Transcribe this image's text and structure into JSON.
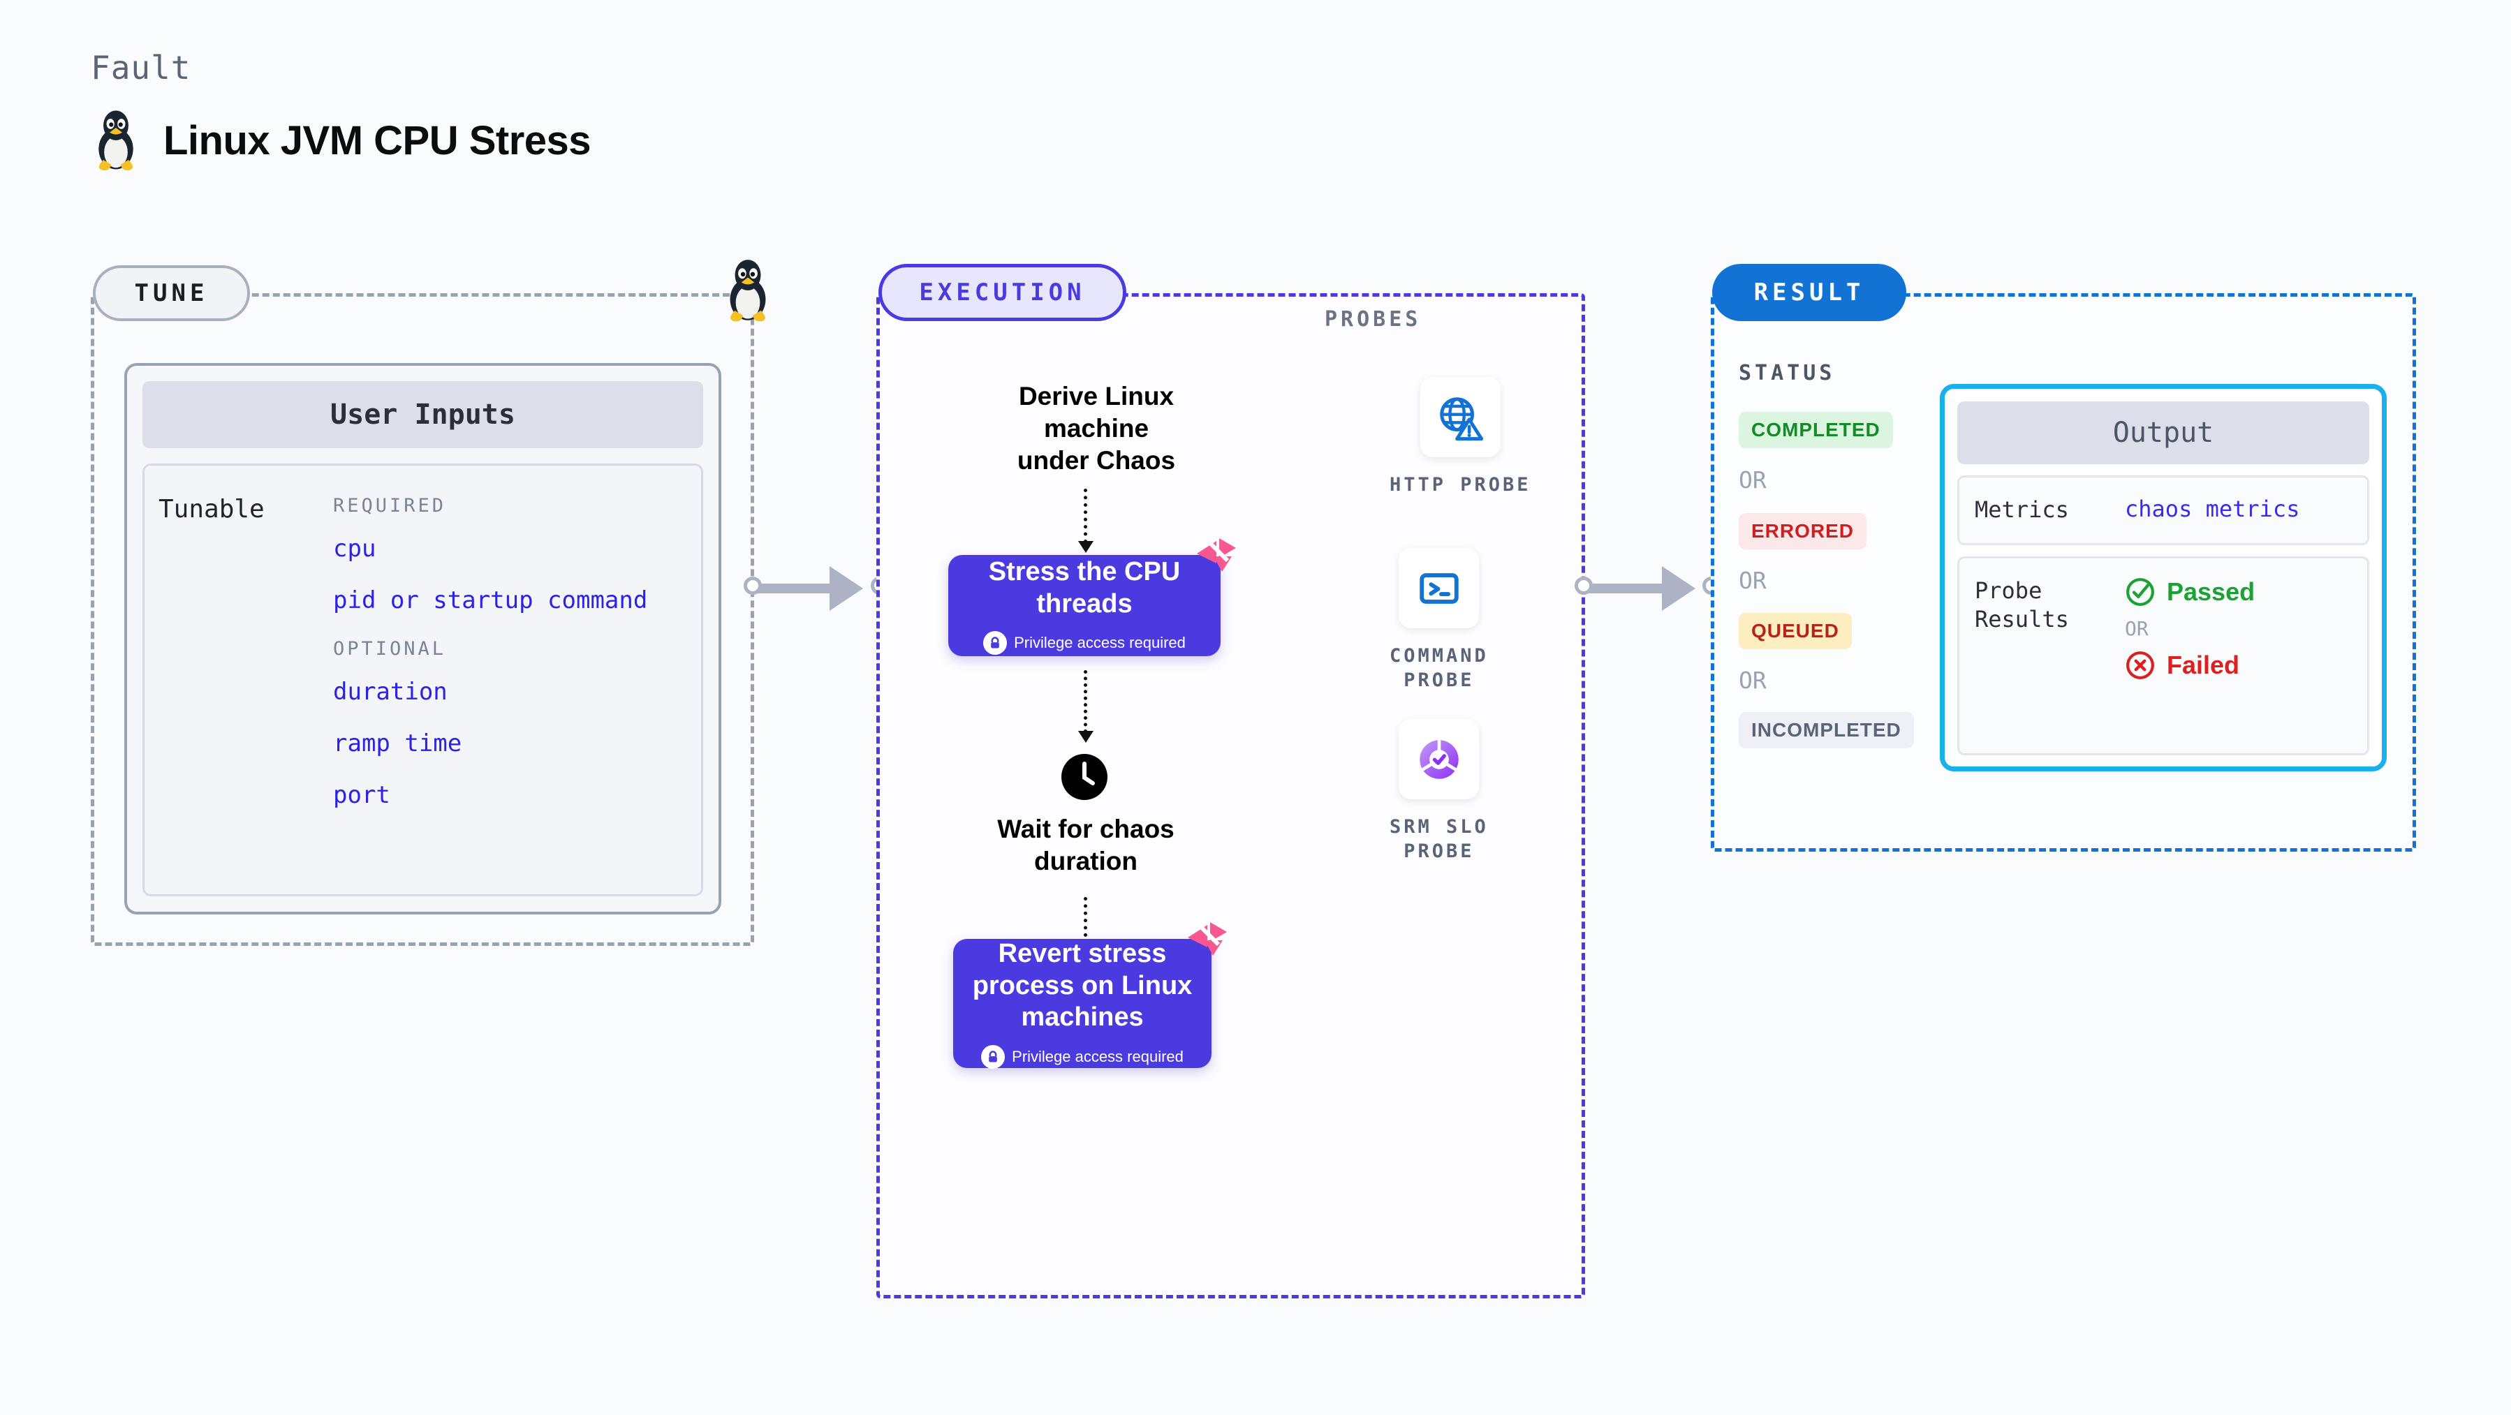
{
  "header": {
    "eyebrow": "Fault",
    "title": "Linux JVM CPU Stress",
    "icon": "linux-penguin-icon"
  },
  "tune": {
    "pill_label": "TUNE",
    "card_title": "User Inputs",
    "tunable_label": "Tunable",
    "groups": [
      {
        "heading": "REQUIRED",
        "items": [
          "cpu",
          "pid or startup command"
        ]
      },
      {
        "heading": "OPTIONAL",
        "items": [
          "duration",
          "ramp time",
          "port"
        ]
      }
    ],
    "border_icon": "linux-penguin-icon"
  },
  "execution": {
    "pill_label": "EXECUTION",
    "steps": [
      {
        "type": "label",
        "text": "Derive Linux machine\nunder Chaos"
      },
      {
        "type": "node",
        "title": "Stress the CPU\nthreads",
        "badge": "Privilege access required",
        "badge_icon": "lock-icon",
        "corner_icon": "litmus-logo-icon"
      },
      {
        "type": "label",
        "icon": "clock-icon",
        "text": "Wait for chaos\nduration"
      },
      {
        "type": "node",
        "title": "Revert stress\nprocess on Linux\nmachines",
        "badge": "Privilege access required",
        "badge_icon": "lock-icon",
        "corner_icon": "litmus-logo-icon"
      }
    ]
  },
  "probes": {
    "section_label": "PROBES",
    "items": [
      {
        "label": "HTTP  PROBE",
        "icon": "globe-warning-icon"
      },
      {
        "label": "COMMAND\nPROBE",
        "icon": "terminal-icon"
      },
      {
        "label": "SRM  SLO\nPROBE",
        "icon": "slo-donut-check-icon"
      }
    ]
  },
  "result": {
    "pill_label": "RESULT",
    "status_label": "STATUS",
    "or_label": "OR",
    "statuses": [
      {
        "text": "COMPLETED",
        "bg": "#dcf5e0",
        "fg": "#178a27"
      },
      {
        "text": "ERRORED",
        "bg": "#fce8e8",
        "fg": "#cc2020"
      },
      {
        "text": "QUEUED",
        "bg": "#fdeec2",
        "fg": "#b5241b"
      },
      {
        "text": "INCOMPLETED",
        "bg": "#eef0f5",
        "fg": "#5b6377"
      }
    ],
    "output": {
      "title": "Output",
      "metrics_key": "Metrics",
      "metrics_value": "chaos metrics",
      "probe_key": "Probe\nResults",
      "passed": "Passed",
      "or_label": "OR",
      "failed": "Failed",
      "passed_icon": "check-circle-icon",
      "failed_icon": "x-circle-icon",
      "border_color": "#19b0ee"
    }
  },
  "colors": {
    "accent_indigo": "#4a3ae0",
    "accent_blue": "#1273d4",
    "accent_cyan": "#19b0ee",
    "accent_pink": "#f9578f",
    "tunable_value": "#2c21e8"
  }
}
